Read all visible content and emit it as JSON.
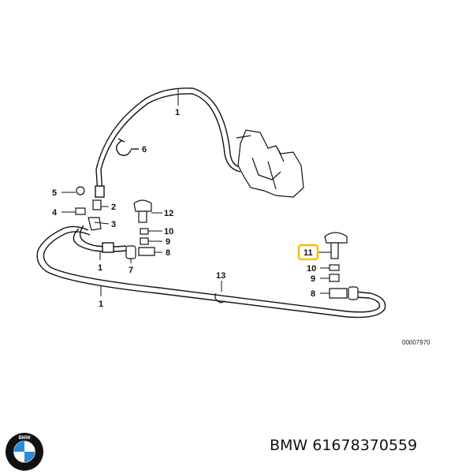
{
  "diagram": {
    "callouts": [
      {
        "id": "c1a",
        "text": "1"
      },
      {
        "id": "c1b",
        "text": "1"
      },
      {
        "id": "c1c",
        "text": "1"
      },
      {
        "id": "c2",
        "text": "2"
      },
      {
        "id": "c3",
        "text": "3"
      },
      {
        "id": "c4",
        "text": "4"
      },
      {
        "id": "c5",
        "text": "5"
      },
      {
        "id": "c6",
        "text": "6"
      },
      {
        "id": "c7a",
        "text": "7"
      },
      {
        "id": "c8a",
        "text": "8"
      },
      {
        "id": "c8b",
        "text": "8"
      },
      {
        "id": "c9a",
        "text": "9"
      },
      {
        "id": "c9b",
        "text": "9"
      },
      {
        "id": "c10a",
        "text": "10"
      },
      {
        "id": "c10b",
        "text": "10"
      },
      {
        "id": "c11",
        "text": "11"
      },
      {
        "id": "c12",
        "text": "12"
      },
      {
        "id": "c13",
        "text": "13"
      }
    ],
    "drawing_number": "00007970",
    "highlight_color": "#f2c200"
  },
  "footer": {
    "part_label": "BMW 61678370559"
  },
  "logo": {
    "text": "BMW",
    "colors": {
      "blue": "#2a8bd6",
      "black": "#111111",
      "white": "#ffffff"
    }
  }
}
